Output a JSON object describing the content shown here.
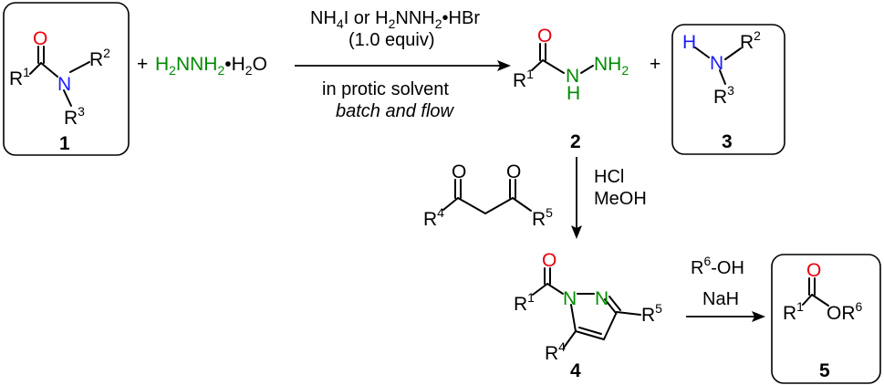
{
  "compounds": {
    "c1": {
      "number": "1",
      "O": "O",
      "N": "N",
      "R1": "R",
      "R1_sup": "1",
      "R2": "R",
      "R2_sup": "2",
      "R3": "R",
      "R3_sup": "3"
    },
    "hydrazine": {
      "H2": "H",
      "s2a": "2",
      "NNH": "NNH",
      "s2b": "2",
      "dot": "•",
      "H2O_H": "H",
      "s2c": "2",
      "O": "O"
    },
    "c2": {
      "number": "2",
      "O": "O",
      "R1": "R",
      "R1_sup": "1",
      "N": "N",
      "H": "H",
      "NH2": "NH",
      "NH2_sub": "2"
    },
    "c3": {
      "number": "3",
      "H": "H",
      "N": "N",
      "R2": "R",
      "R2_sup": "2",
      "R3": "R",
      "R3_sup": "3"
    },
    "diketone": {
      "O1": "O",
      "O2": "O",
      "R4": "R",
      "R4_sup": "4",
      "R5": "R",
      "R5_sup": "5"
    },
    "c4": {
      "number": "4",
      "O": "O",
      "R1": "R",
      "R1_sup": "1",
      "N1": "N",
      "N2": "N",
      "R4": "R",
      "R4_sup": "4",
      "R5": "R",
      "R5_sup": "5"
    },
    "c5": {
      "number": "5",
      "O": "O",
      "R1": "R",
      "R1_sup": "1",
      "OR": "OR",
      "OR_sup": "6"
    }
  },
  "operators": {
    "plus1": "+",
    "plus2": "+"
  },
  "conditions": {
    "step1": {
      "line1_a": "NH",
      "line1_sub1": "4",
      "line1_b": "I or H",
      "line1_sub2": "2",
      "line1_c": "NNH",
      "line1_sub3": "2",
      "line1_d": "•HBr",
      "line2": "(1.0 equiv)",
      "line3": "in protic solvent",
      "line4": "batch and flow"
    },
    "step2": {
      "line1": "HCl",
      "line2": "MeOH"
    },
    "step3": {
      "line1_a": "R",
      "line1_sup": "6",
      "line1_b": "-OH",
      "line2": "NaH"
    }
  },
  "colors": {
    "oxygen": "#e8000b",
    "nitrogen_amine": "#1a1aff",
    "hydrazide": "#008a00"
  }
}
